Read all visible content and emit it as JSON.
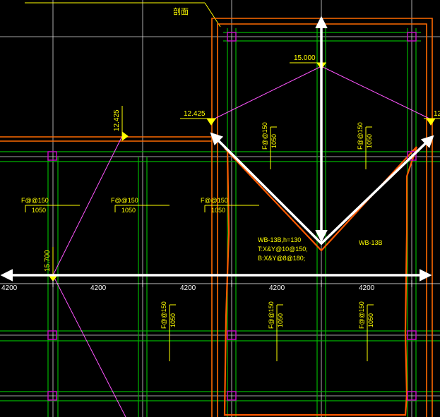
{
  "colors": {
    "background": "#000000",
    "grid_line": "#e8e8e8",
    "beam_green": "#00c800",
    "beam_dark": "#006400",
    "slab_orange": "#ff6a00",
    "roof_orange": "#ff6a00",
    "column_magenta": "#d000d0",
    "ridge_line": "#ff55ff",
    "annotation": "#ffff00",
    "arrow_white": "#ffffff"
  },
  "title_note": "剖面",
  "elevations": {
    "top_ridge": "15.000",
    "left_eave": "12.425",
    "right_eave": "12",
    "left_vertical": "12.425",
    "left_low": "15.700"
  },
  "slab_spans": {
    "left": [
      "F@@150",
      "1050"
    ],
    "mid_left": [
      "F@@150",
      "1050"
    ],
    "mid_right": [
      "F@@150",
      "1050"
    ],
    "roof_left": [
      "F@@150",
      "1050"
    ],
    "roof_right": [
      "F@@150",
      "1050"
    ],
    "lower_mid": [
      "F@@150",
      "1050"
    ],
    "lower_right1": [
      "F@@150",
      "1050"
    ],
    "lower_right2": [
      "F@@150",
      "1050"
    ]
  },
  "slab_notes": {
    "main": [
      "WB-13B,h=130",
      "T:X&Y@10@150;",
      "B:X&Y@8@180;"
    ],
    "right": "WB-13B"
  },
  "dimensions": [
    "4200",
    "4200",
    "4200",
    "4200",
    "4200"
  ],
  "icons": {
    "elevation_marker": "triangle-marker-icon",
    "arrows": "double-arrow-icon"
  }
}
